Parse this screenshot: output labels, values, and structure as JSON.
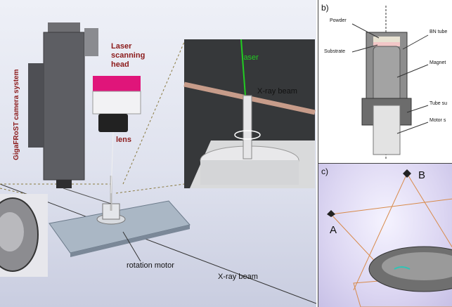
{
  "panel_a": {
    "camera_label": "GigaFRoST camera system",
    "laser_head_label": "Laser\nscanning\nhead",
    "lens_label": "lens",
    "rotation_motor_label": "rotation motor",
    "xray_beam_label": "X-ray beam",
    "inset_laser_label": "laser",
    "inset_xray_label": "X-ray beam",
    "colors": {
      "laser": "#22cc22",
      "laser_head_top": "#e0157a",
      "label_red": "#8b1a1a"
    }
  },
  "panel_b": {
    "tag": "b)",
    "labels": {
      "powder": "Powder",
      "substrate": "Substrate",
      "bn_tube": "BN tube",
      "magnet": "Magnet",
      "tube_support": "Tube su",
      "motor": "Motor s"
    }
  },
  "panel_c": {
    "tag": "c)",
    "point_a": "A",
    "point_b": "B",
    "colors": {
      "rays": "#d88a4a"
    }
  }
}
